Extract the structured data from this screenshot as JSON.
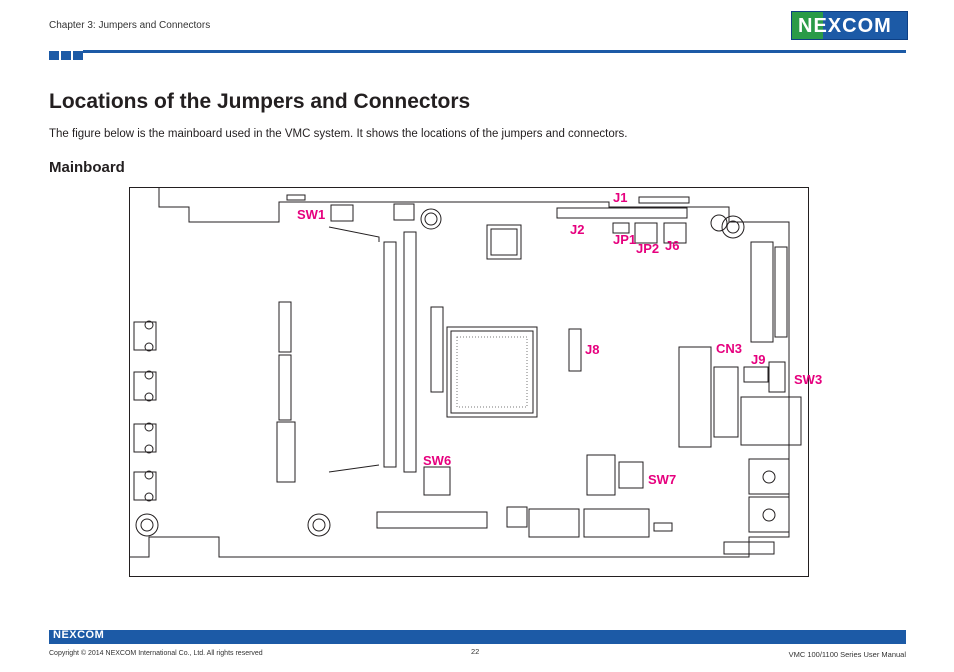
{
  "header": {
    "chapter": "Chapter 3: Jumpers and Connectors",
    "logo": "NEXCOM"
  },
  "title": "Locations of the Jumpers and Connectors",
  "intro": "The figure below is the mainboard used in the VMC system. It shows the locations of the jumpers and connectors.",
  "section": "Mainboard",
  "diagram_labels": {
    "sw1": "SW1",
    "j1": "J1",
    "j2": "J2",
    "jp1": "JP1",
    "jp2": "JP2",
    "j6": "J6",
    "j8": "J8",
    "cn3": "CN3",
    "j9": "J9",
    "sw3": "SW3",
    "sw6": "SW6",
    "sw7": "SW7"
  },
  "footer": {
    "logo": "NEXCOM",
    "copyright": "Copyright © 2014 NEXCOM International Co., Ltd. All rights reserved",
    "page": "22",
    "manual": "VMC 100/1100 Series User Manual"
  },
  "colors": {
    "brand_blue": "#1c5aa6",
    "brand_green": "#2a9b48",
    "label_magenta": "#e6007e"
  }
}
